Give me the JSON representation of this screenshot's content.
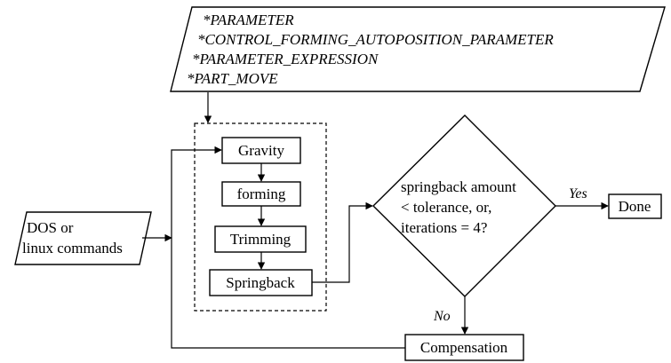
{
  "parameters": {
    "lines": [
      "*PARAMETER",
      "*CONTROL_FORMING_AUTOPOSITION_PARAMETER",
      "*PARAMETER_EXPRESSION",
      "*PART_MOVE"
    ]
  },
  "input": {
    "lines": [
      "DOS or",
      "linux commands"
    ]
  },
  "steps": {
    "gravity": "Gravity",
    "forming": "forming",
    "trimming": "Trimming",
    "springback": "Springback"
  },
  "decision": {
    "lines": [
      "springback amount",
      "< tolerance, or,",
      "iterations = 4?"
    ],
    "yes_label": "Yes",
    "no_label": "No"
  },
  "done": "Done",
  "compensation": "Compensation"
}
